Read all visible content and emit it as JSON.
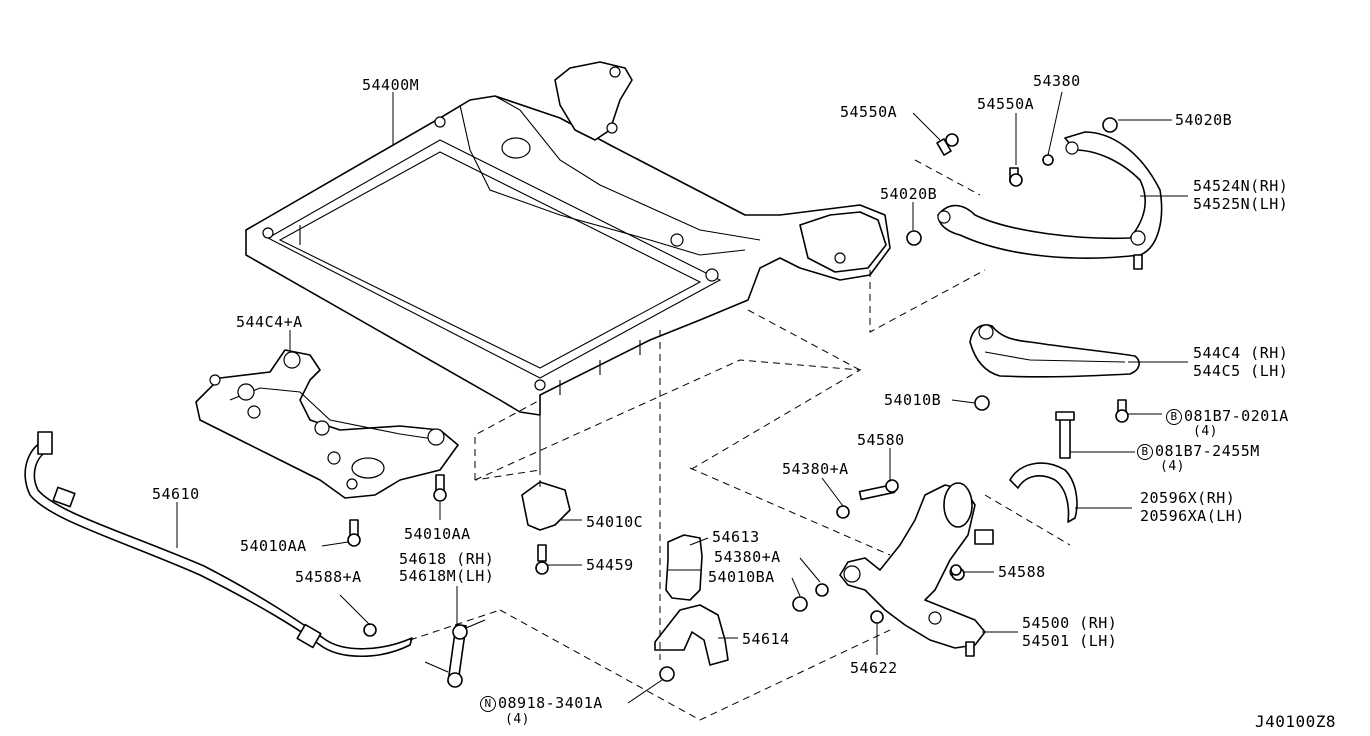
{
  "diagram_code": "J40100Z8",
  "labels": {
    "l54400M": "54400M",
    "l544C4A": "544C4+A",
    "l54610": "54610",
    "l54010AA_1": "54010AA",
    "l54010AA_2": "54010AA",
    "l54618": "54618 (RH)",
    "l54618M": "54618M(LH)",
    "l54588A": "54588+A",
    "l54010C": "54010C",
    "l54459": "54459",
    "l54613": "54613",
    "l54614": "54614",
    "l08918": "08918-3401A",
    "l08918_qty": "(4)",
    "l54550A_1": "54550A",
    "l54550A_2": "54550A",
    "l54380": "54380",
    "l54020B_1": "54020B",
    "l54020B_2": "54020B",
    "l54524N": "54524N(RH)",
    "l54525N": "54525N(LH)",
    "l544C4": "544C4 (RH)",
    "l544C5": "544C5 (LH)",
    "l54010B": "54010B",
    "l081B7_0201A": "081B7-0201A",
    "l081B7_0201A_qty": "(4)",
    "l081B7_2455M": "081B7-2455M",
    "l081B7_2455M_qty": "(4)",
    "l54580": "54580",
    "l54380A_1": "54380+A",
    "l54380A_2": "54380+A",
    "l54010BA": "54010BA",
    "l20596X": "20596X(RH)",
    "l20596XA": "20596XA(LH)",
    "l54588": "54588",
    "l54500": "54500 (RH)",
    "l54501": "54501 (LH)",
    "l54622": "54622",
    "marker_B": "B",
    "marker_N": "N"
  }
}
